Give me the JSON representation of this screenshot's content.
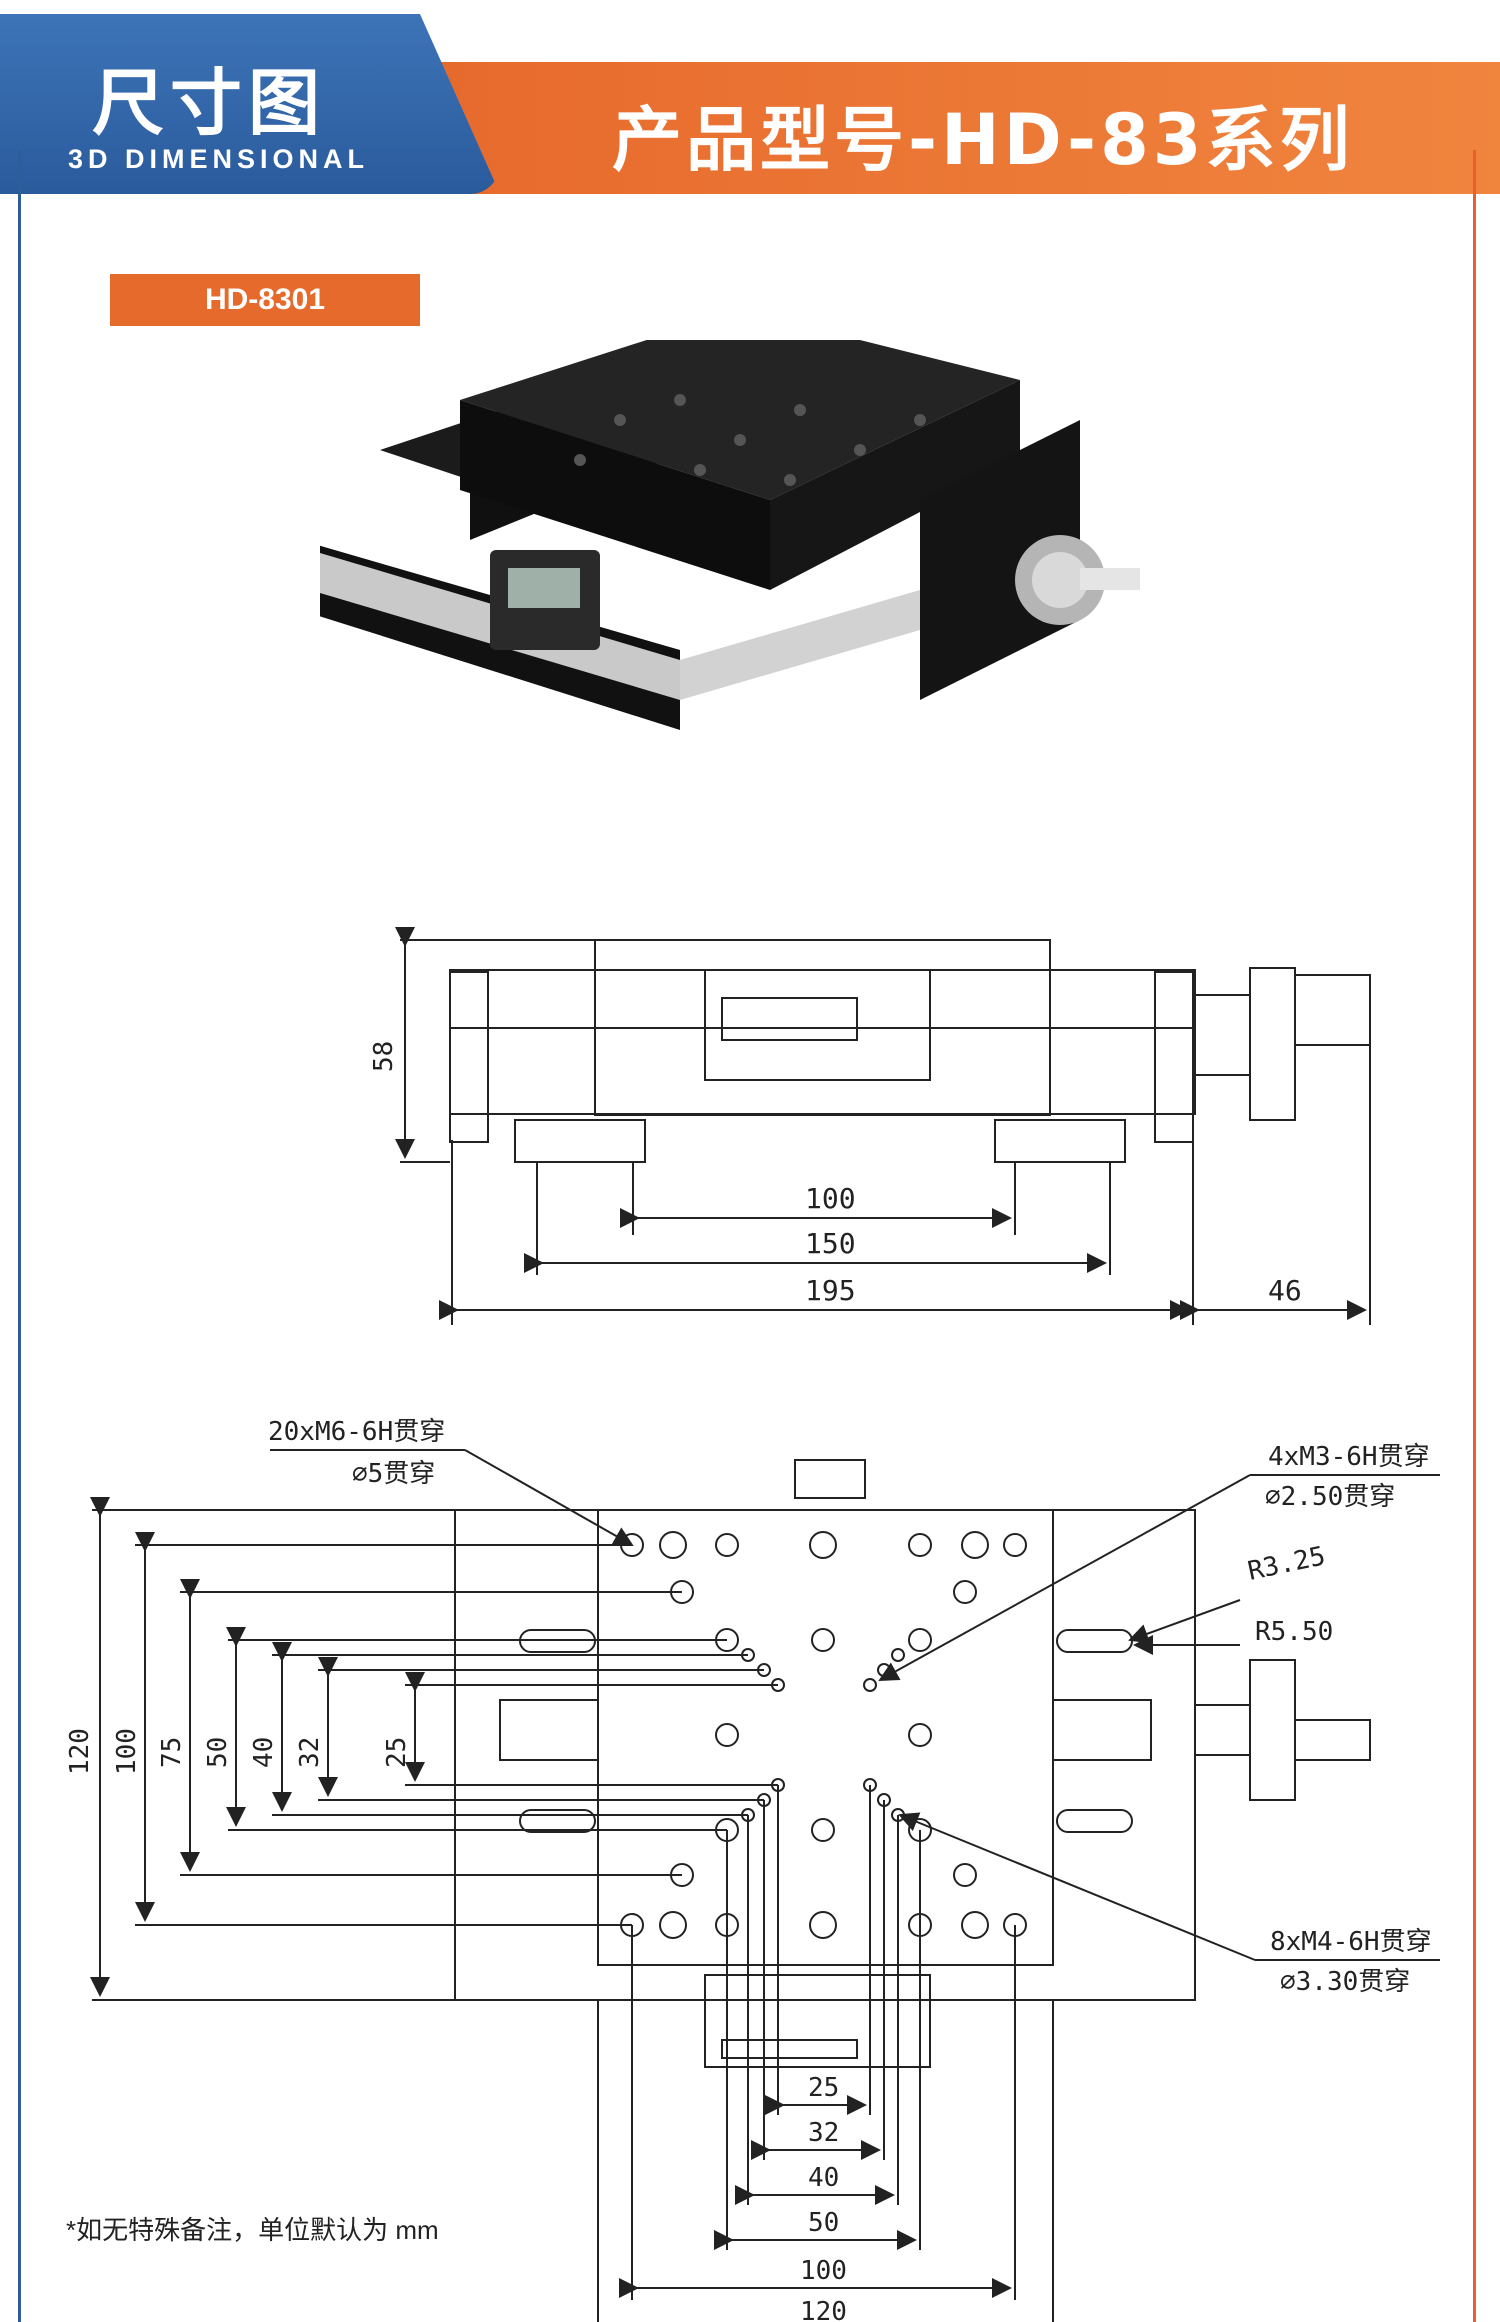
{
  "header": {
    "title": "尺寸图",
    "subtitle": "3D DIMENSIONAL",
    "series": "产品型号-HD-83系列"
  },
  "model": {
    "tag": "HD-8301"
  },
  "front_view": {
    "height": "58",
    "dims": [
      "100",
      "150",
      "195",
      "46"
    ]
  },
  "top_view": {
    "callout_m6": "20xM6-6H贯穿",
    "callout_m6_d": "∅5贯穿",
    "callout_m3": "4xM3-6H贯穿",
    "callout_m3_d": "∅2.50贯穿",
    "callout_r1": "R3.25",
    "callout_r2": "R5.50",
    "callout_m4": "8xM4-6H贯穿",
    "callout_m4_d": "∅3.30贯穿",
    "vdims": [
      "120",
      "100",
      "75",
      "50",
      "40",
      "32",
      "25"
    ],
    "hdims": [
      "25",
      "32",
      "40",
      "50",
      "100",
      "120"
    ]
  },
  "footnote": "*如无特殊备注，单位默认为 mm",
  "colors": {
    "blue": "#2e5d9c",
    "orange": "#e76a2d"
  }
}
